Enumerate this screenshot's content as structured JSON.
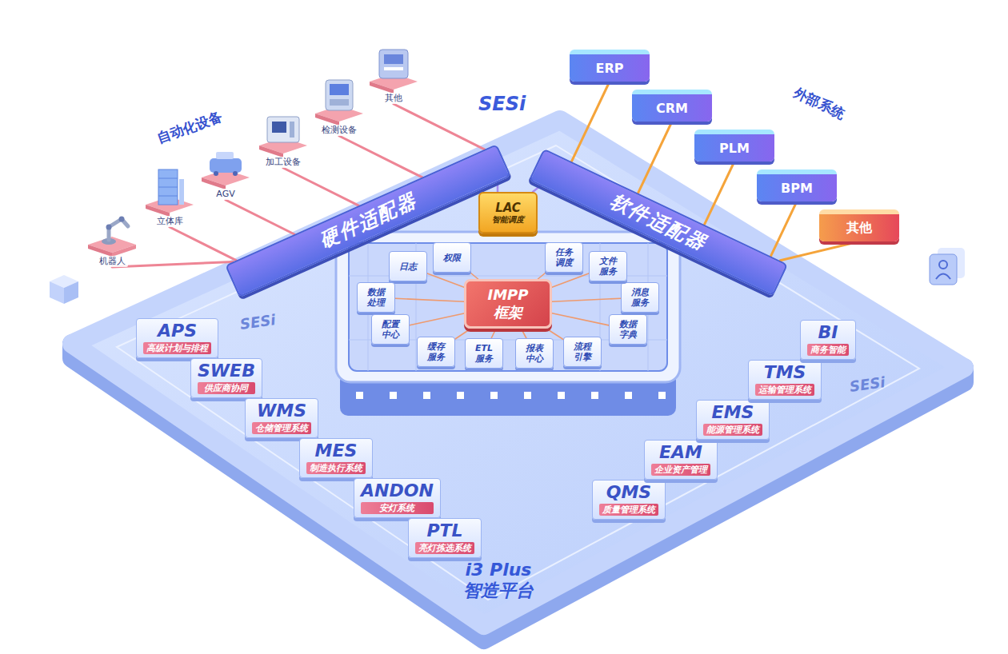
{
  "diagram": {
    "nodes": [
      {
        "text": [
          "i3 Plus 智造平台"
        ]
      },
      {
        "text": [
          "机器人"
        ]
      },
      {
        "text": [
          "立体库"
        ]
      },
      {
        "text": [
          "AGV"
        ]
      },
      {
        "text": [
          "加工设备"
        ]
      },
      {
        "text": [
          "检测设备"
        ]
      },
      {
        "text": [
          "其他"
        ]
      },
      {
        "text": [
          "硬件适配器"
        ],
        "in": 0
      },
      {
        "text": [
          "LAC",
          "智能调度"
        ],
        "in": 0
      },
      {
        "text": [
          "软件适配器"
        ],
        "in": 0
      },
      {
        "text": [
          "ERP"
        ]
      },
      {
        "text": [
          "CRM"
        ]
      },
      {
        "text": [
          "PLM"
        ]
      },
      {
        "text": [
          "BPM"
        ]
      },
      {
        "text": [
          "其他"
        ]
      },
      {
        "text": [
          "IMPP 框架"
        ],
        "in": 0
      },
      {
        "text": [
          "权限"
        ],
        "in": 0
      },
      {
        "text": [
          "日志"
        ],
        "in": 0
      },
      {
        "text": [
          "数据处理"
        ],
        "in": 0
      },
      {
        "text": [
          "配置中心"
        ],
        "in": 0
      },
      {
        "text": [
          "缓存服务"
        ],
        "in": 0
      },
      {
        "text": [
          "ETL服务"
        ],
        "in": 0
      },
      {
        "text": [
          "报表中心"
        ],
        "in": 0
      },
      {
        "text": [
          "流程引擎"
        ],
        "in": 0
      },
      {
        "text": [
          "数据字典"
        ],
        "in": 0
      },
      {
        "text": [
          "消息服务"
        ],
        "in": 0
      },
      {
        "text": [
          "文件服务"
        ],
        "in": 0
      },
      {
        "text": [
          "任务调度"
        ],
        "in": 0
      },
      {
        "text": [
          "APS",
          "高级计划与排程"
        ],
        "in": 0
      },
      {
        "text": [
          "SWEB",
          "供应商协同"
        ],
        "in": 0
      },
      {
        "text": [
          "WMS",
          "仓储管理系统"
        ],
        "in": 0
      },
      {
        "text": [
          "MES",
          "制造执行系统"
        ],
        "in": 0
      },
      {
        "text": [
          "ANDON",
          "安灯系统"
        ],
        "in": 0
      },
      {
        "text": [
          "PTL",
          "亮灯拣选系统"
        ],
        "in": 0
      },
      {
        "text": [
          "QMS",
          "质量管理系统"
        ],
        "in": 0
      },
      {
        "text": [
          "EAM",
          "企业资产管理"
        ],
        "in": 0
      },
      {
        "text": [
          "EMS",
          "能源管理系统"
        ],
        "in": 0
      },
      {
        "text": [
          "TMS",
          "运输管理系统"
        ],
        "in": 0
      },
      {
        "text": [
          "BI",
          "商务智能"
        ],
        "in": 0
      }
    ],
    "edges": [
      {
        "from": 1,
        "to": 7,
        "arrow": "none"
      },
      {
        "from": 2,
        "to": 7,
        "arrow": "none"
      },
      {
        "from": 3,
        "to": 7,
        "arrow": "none"
      },
      {
        "from": 4,
        "to": 7,
        "arrow": "none"
      },
      {
        "from": 5,
        "to": 7,
        "arrow": "none"
      },
      {
        "from": 6,
        "to": 7,
        "arrow": "none"
      },
      {
        "from": 7,
        "to": 8,
        "arrow": "none"
      },
      {
        "from": 9,
        "to": 8,
        "arrow": "none"
      },
      {
        "from": 10,
        "to": 9,
        "arrow": "none"
      },
      {
        "from": 11,
        "to": 9,
        "arrow": "none"
      },
      {
        "from": 12,
        "to": 9,
        "arrow": "none"
      },
      {
        "from": 13,
        "to": 9,
        "arrow": "none"
      },
      {
        "from": 14,
        "to": 9,
        "arrow": "none"
      },
      {
        "from": 16,
        "to": 15,
        "arrow": "none"
      },
      {
        "from": 17,
        "to": 15,
        "arrow": "none"
      },
      {
        "from": 18,
        "to": 15,
        "arrow": "none"
      },
      {
        "from": 19,
        "to": 15,
        "arrow": "none"
      },
      {
        "from": 20,
        "to": 15,
        "arrow": "none"
      },
      {
        "from": 21,
        "to": 15,
        "arrow": "none"
      },
      {
        "from": 22,
        "to": 15,
        "arrow": "none"
      },
      {
        "from": 23,
        "to": 15,
        "arrow": "none"
      },
      {
        "from": 24,
        "to": 15,
        "arrow": "none"
      },
      {
        "from": 25,
        "to": 15,
        "arrow": "none"
      },
      {
        "from": 26,
        "to": 15,
        "arrow": "none"
      },
      {
        "from": 27,
        "to": 15,
        "arrow": "none"
      }
    ],
    "labels": [
      "自动化设备",
      "外部系统",
      "SESi",
      "SESi",
      "SESi"
    ]
  }
}
